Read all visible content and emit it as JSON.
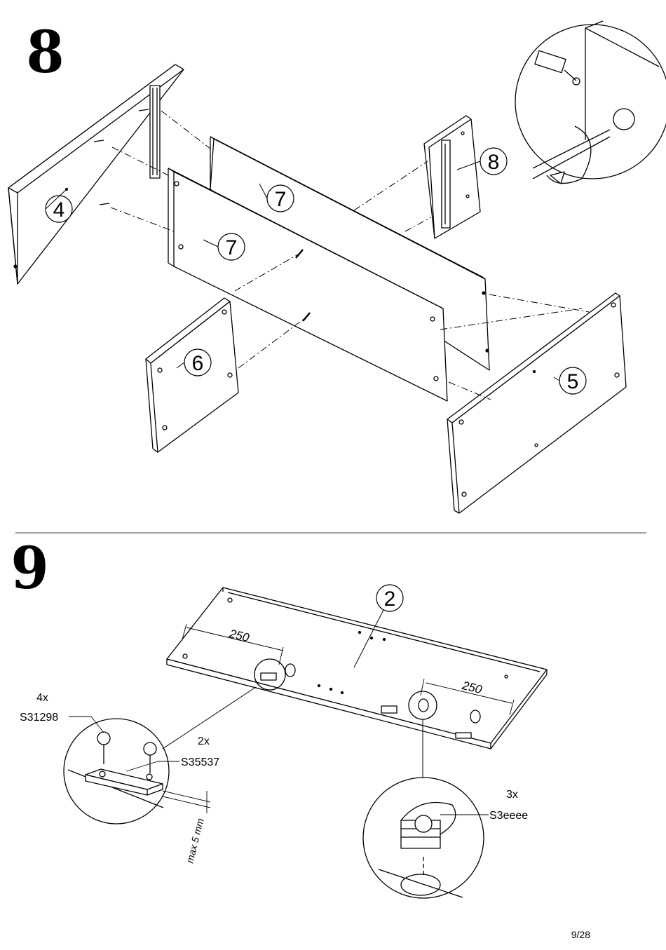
{
  "steps": [
    {
      "number": "8",
      "part_labels": [
        "4",
        "7",
        "7",
        "6",
        "5",
        "8"
      ]
    },
    {
      "number": "9",
      "part_labels": [
        "2"
      ]
    }
  ],
  "step9": {
    "dimension_left": "250",
    "dimension_right": "250",
    "screw": {
      "qty": "4x",
      "code": "S31298"
    },
    "plate": {
      "qty": "2x",
      "code": "S35537"
    },
    "gap_note": "max 5 mm",
    "cam": {
      "qty": "3x",
      "code": "S3eeee"
    }
  },
  "page": {
    "number": "9/28"
  }
}
